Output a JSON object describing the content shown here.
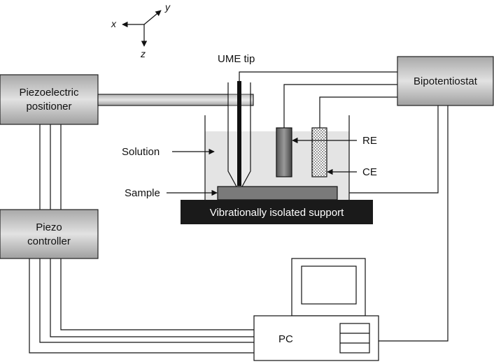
{
  "axes": {
    "x": "x",
    "y": "y",
    "z": "z"
  },
  "labels": {
    "ume_tip": "UME tip",
    "bipotentiostat": "Bipotentiostat",
    "piezo_positioner_line1": "Piezoelectric",
    "piezo_positioner_line2": "positioner",
    "solution": "Solution",
    "sample": "Sample",
    "re": "RE",
    "ce": "CE",
    "support": "Vibrationally isolated support",
    "piezo_controller_line1": "Piezo",
    "piezo_controller_line2": "controller",
    "pc": "PC"
  },
  "colors": {
    "box_gradient_dark": "#9a9a9a",
    "box_gradient_light": "#dcdcdc",
    "solution": "#e4e4e4",
    "support": "#1a1a1a",
    "sample": "#7a7a7a",
    "tip": "#111111"
  }
}
